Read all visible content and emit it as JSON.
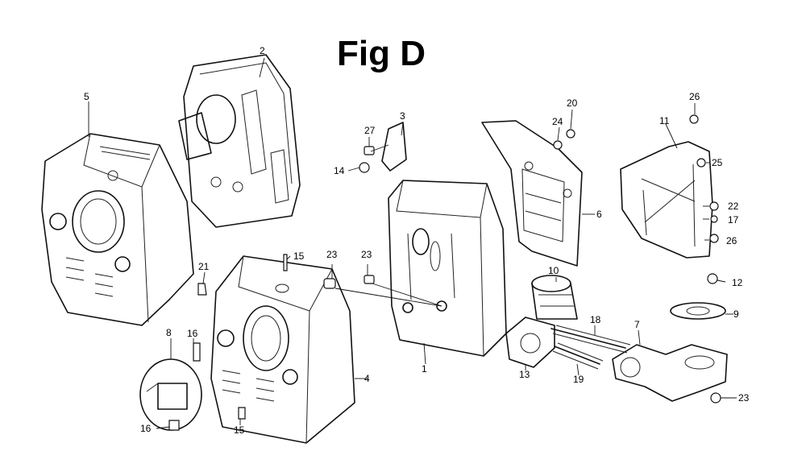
{
  "figure": {
    "title": "Fig D",
    "callouts": [
      {
        "id": "c-2",
        "text": "2"
      },
      {
        "id": "c-5",
        "text": "5"
      },
      {
        "id": "c-3",
        "text": "3"
      },
      {
        "id": "c-27",
        "text": "27"
      },
      {
        "id": "c-14",
        "text": "14"
      },
      {
        "id": "c-20",
        "text": "20"
      },
      {
        "id": "c-24",
        "text": "24"
      },
      {
        "id": "c-26a",
        "text": "26"
      },
      {
        "id": "c-11",
        "text": "11"
      },
      {
        "id": "c-25",
        "text": "25"
      },
      {
        "id": "c-22",
        "text": "22"
      },
      {
        "id": "c-17",
        "text": "17"
      },
      {
        "id": "c-26b",
        "text": "26"
      },
      {
        "id": "c-6",
        "text": "6"
      },
      {
        "id": "c-12",
        "text": "12"
      },
      {
        "id": "c-9",
        "text": "9"
      },
      {
        "id": "c-15a",
        "text": "15"
      },
      {
        "id": "c-23a",
        "text": "23"
      },
      {
        "id": "c-23b",
        "text": "23"
      },
      {
        "id": "c-21",
        "text": "21"
      },
      {
        "id": "c-10",
        "text": "10"
      },
      {
        "id": "c-18",
        "text": "18"
      },
      {
        "id": "c-7",
        "text": "7"
      },
      {
        "id": "c-8",
        "text": "8"
      },
      {
        "id": "c-16a",
        "text": "16"
      },
      {
        "id": "c-4",
        "text": "4"
      },
      {
        "id": "c-1",
        "text": "1"
      },
      {
        "id": "c-13",
        "text": "13"
      },
      {
        "id": "c-19",
        "text": "19"
      },
      {
        "id": "c-23c",
        "text": "23"
      },
      {
        "id": "c-16b",
        "text": "16"
      },
      {
        "id": "c-15b",
        "text": "15"
      }
    ]
  }
}
